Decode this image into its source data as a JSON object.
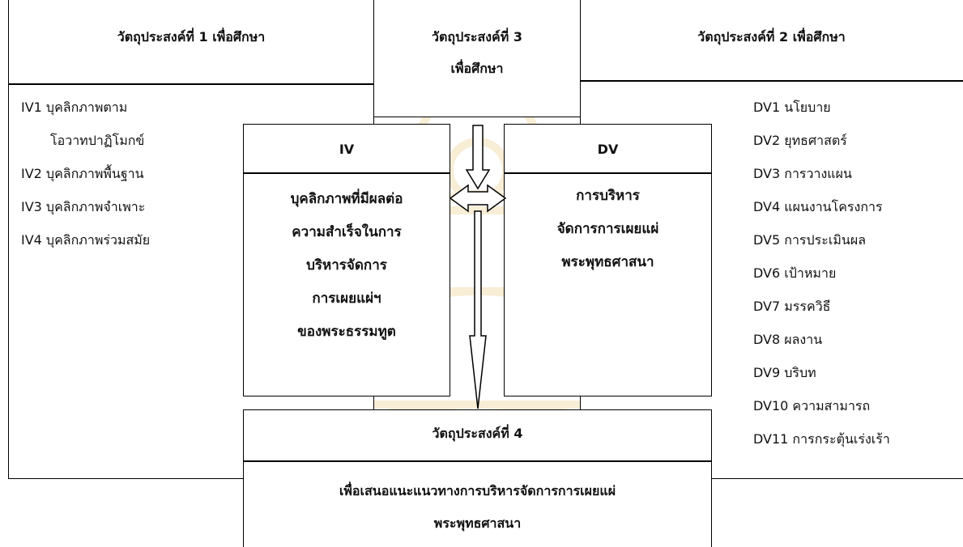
{
  "obj1": {
    "title": "วัตถุประสงค์ที่ 1 เพื่อศึกษา"
  },
  "obj2": {
    "title": "วัตถุประสงค์ที่ 2 เพื่อศึกษา"
  },
  "obj3": {
    "line1": "วัตถุประสงค์ที่ 3",
    "line2": "เพื่อศึกษา"
  },
  "obj4": {
    "title": "วัตถุประสงค์ที่ 4",
    "line1": "เพื่อเสนอแนะแนวทางการบริหารจัดการการเผยแผ่",
    "line2": "พระพุทธศาสนา"
  },
  "iv_list": [
    "IV1 บุคลิกภาพตาม",
    "    โอวาทปาฏิโมกข์",
    "IV2 บุคลิกภาพพื้นฐาน",
    "IV3 บุคลิกภาพจำเพาะ",
    "IV4 บุคลิกภาพร่วมสมัย"
  ],
  "dv_list": [
    "DV1 นโยบาย",
    "DV2 ยุทธศาสตร์",
    "DV3 การวางแผน",
    "DV4 แผนงานโครงการ",
    "DV5 การประเมินผล",
    "DV6 เป้าหมาย",
    "DV7 มรรควิธี",
    "DV8 ผลงาน",
    "DV9 บริบท",
    "DV10 ความสามารถ",
    "DV11 การกระตุ้นเร่งเร้า"
  ],
  "iv_box": {
    "header": "IV",
    "lines": [
      "บุคลิกภาพที่มีผลต่อ",
      "ความสำเร็จในการ",
      "บริหารจัดการ",
      "การเผยแผ่ฯ",
      "ของพระธรรมทูต"
    ]
  },
  "dv_box": {
    "header": "DV",
    "lines": [
      "การบริหาร",
      "จัดการการเผยแผ่",
      "พระพุทธศาสนา"
    ]
  },
  "colors": {
    "line": "#000000",
    "watermark": "#d9a21e"
  }
}
